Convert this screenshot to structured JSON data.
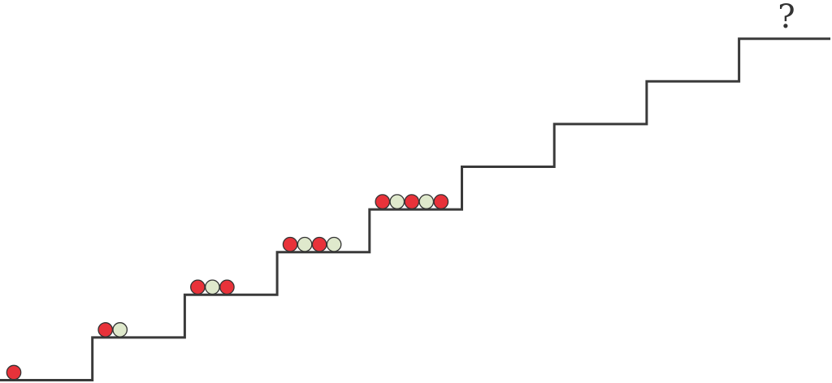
{
  "diagram": {
    "title_mark": "?",
    "step_count": 9,
    "colors": {
      "red": "#e8323a",
      "green": "#dfe9cc",
      "stroke": "#333333",
      "stair": "#3a3a3a"
    },
    "steps": [
      {
        "step": 1,
        "balls": [
          "red"
        ]
      },
      {
        "step": 2,
        "balls": [
          "red",
          "green"
        ]
      },
      {
        "step": 3,
        "balls": [
          "red",
          "green",
          "red"
        ]
      },
      {
        "step": 4,
        "balls": [
          "red",
          "green",
          "red",
          "green"
        ]
      },
      {
        "step": 5,
        "balls": [
          "red",
          "green",
          "red",
          "green",
          "red"
        ]
      },
      {
        "step": 6,
        "balls": []
      },
      {
        "step": 7,
        "balls": []
      },
      {
        "step": 8,
        "balls": []
      },
      {
        "step": 9,
        "balls": []
      }
    ]
  }
}
